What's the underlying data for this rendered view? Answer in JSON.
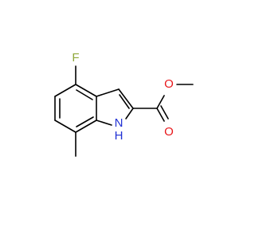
{
  "molecule": {
    "atoms": {
      "fluorine": "F",
      "carbonyl_oxygen": "O",
      "ester_oxygen": "O",
      "indole_nitrogen": "N",
      "indole_nh_hydrogen": "H"
    }
  },
  "colors": {
    "bond": "#000000",
    "fluorine": "#8fa83a",
    "oxygen": "#e8171b",
    "nitrogen": "#2131d4"
  }
}
